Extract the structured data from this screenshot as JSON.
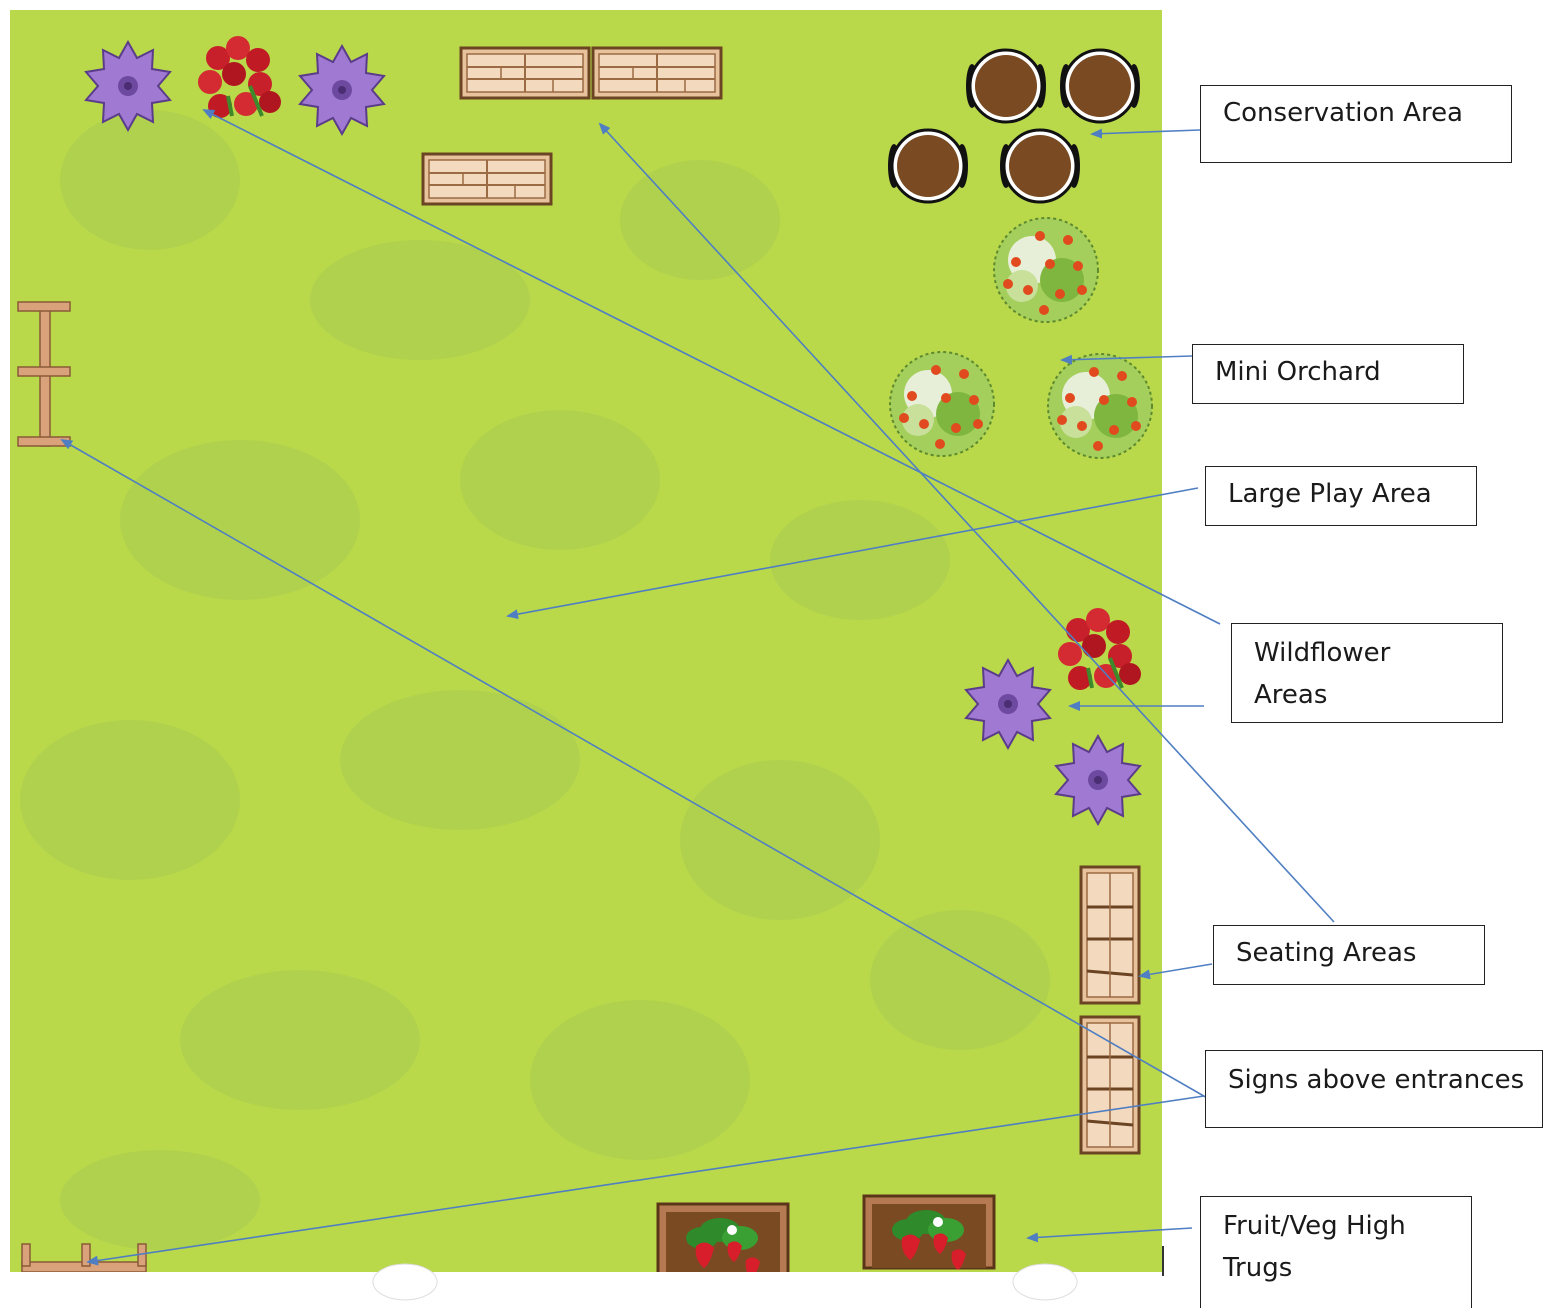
{
  "labels": {
    "conservation": "Conservation Area",
    "orchard": "Mini Orchard",
    "play": "Large Play Area",
    "wildflower_line1": "Wildflower",
    "wildflower_line2": "Areas",
    "seating": "Seating Areas",
    "signs": "Signs above entrances",
    "trugs_line1": "Fruit/Veg High",
    "trugs_line2": "Trugs"
  },
  "colors": {
    "grass": "#b9d84a",
    "arrow": "#4f7fc2",
    "wood": "#d9a27a",
    "soil": "#7a4a22",
    "purple_flower": "#a07ad2",
    "red_flower": "#c8202a",
    "orchard_tree": "#a4cf5c"
  }
}
